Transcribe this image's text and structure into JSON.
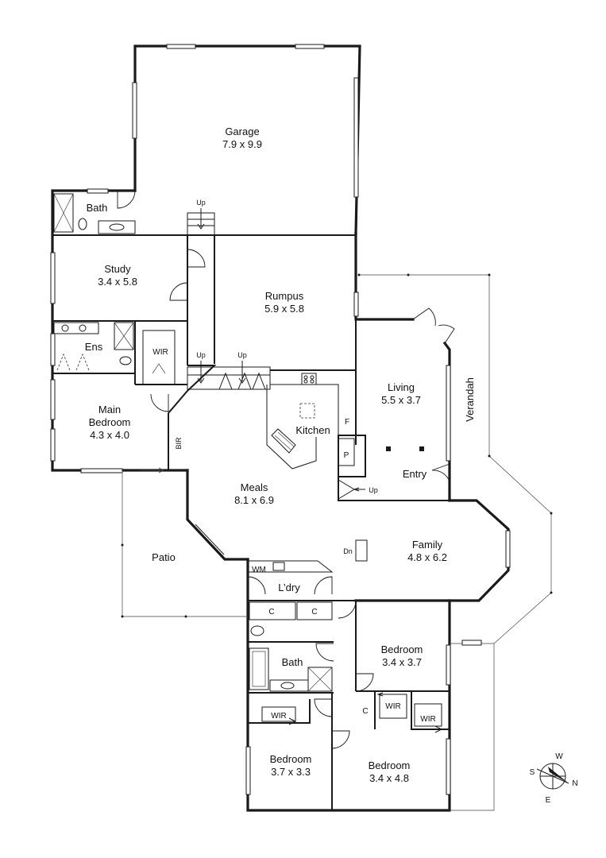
{
  "rooms": {
    "garage": {
      "name": "Garage",
      "dims": "7.9 x 9.9"
    },
    "bath_top": {
      "name": "Bath"
    },
    "study": {
      "name": "Study",
      "dims": "3.4 x 5.8"
    },
    "rumpus": {
      "name": "Rumpus",
      "dims": "5.9 x 5.8"
    },
    "ens": {
      "name": "Ens"
    },
    "wir_main": {
      "name": "WIR"
    },
    "main_bedroom": {
      "name1": "Main",
      "name2": "Bedroom",
      "dims": "4.3 x 4.0"
    },
    "bir": {
      "name": "BIR"
    },
    "kitchen": {
      "name": "Kitchen"
    },
    "fridge": {
      "name": "F"
    },
    "pantry": {
      "name": "P"
    },
    "living": {
      "name": "Living",
      "dims": "5.5 x  3.7"
    },
    "verandah": {
      "name": "Verandah"
    },
    "entry": {
      "name": "Entry"
    },
    "meals": {
      "name": "Meals",
      "dims": "8.1 x 6.9"
    },
    "family": {
      "name": "Family",
      "dims": "4.8 x 6.2"
    },
    "patio": {
      "name": "Patio"
    },
    "laundry": {
      "name": "L’dry"
    },
    "wm": {
      "name": "WM"
    },
    "cupboard_1": {
      "name": "C"
    },
    "cupboard_2": {
      "name": "C"
    },
    "cupboard_3": {
      "name": "C"
    },
    "bedroom_1": {
      "name": "Bedroom",
      "dims": "3.4 x 3.7"
    },
    "bath_bottom": {
      "name": "Bath"
    },
    "wir_1": {
      "name": "WIR"
    },
    "wir_2": {
      "name": "WIR"
    },
    "wir_3": {
      "name": "WIR"
    },
    "bedroom_2": {
      "name": "Bedroom",
      "dims": "3.7 x 3.3"
    },
    "bedroom_3": {
      "name": "Bedroom",
      "dims": "3.4 x 4.8"
    }
  },
  "stairs": {
    "up": "Up",
    "dn": "Dn"
  },
  "compass": {
    "north": "N",
    "south": "S",
    "east": "E",
    "west": "W"
  }
}
